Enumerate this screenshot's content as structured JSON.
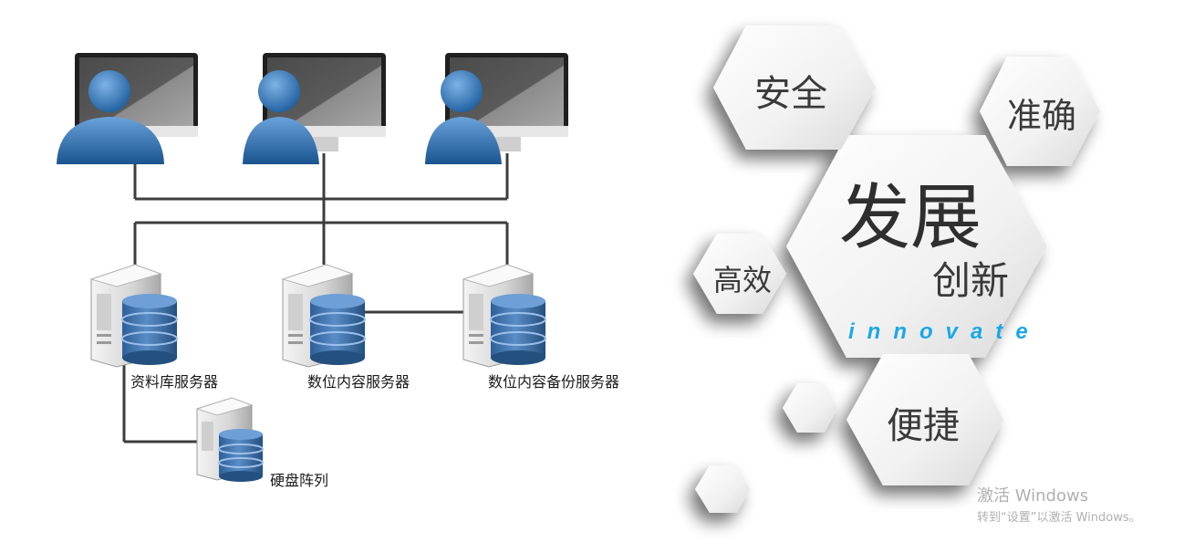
{
  "network": {
    "clients": [
      {
        "icon": "user-computer-icon"
      },
      {
        "icon": "user-computer-icon"
      },
      {
        "icon": "user-computer-icon"
      }
    ],
    "servers": {
      "database": "资料库服务器",
      "digital_content": "数位内容服务器",
      "digital_backup": "数位内容备份服务器",
      "disk_array": "硬盘阵列"
    },
    "line_color": "#3d3d3d",
    "db_color": "#3d6ea8"
  },
  "features": {
    "security": "安全",
    "accurate": "准确",
    "development": "发展",
    "innovation": "创新",
    "innovate_en": "innovate",
    "efficient": "高效",
    "convenient": "便捷",
    "accent_color": "#1aa8e6"
  },
  "watermark": {
    "line1": "激活 Windows",
    "line2": "转到“设置”以激活 Windows。"
  }
}
